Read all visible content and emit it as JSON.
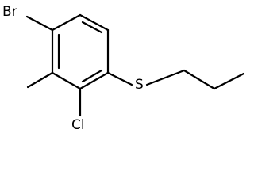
{
  "molecule": {
    "atom_labels": {
      "bromine": "Br",
      "chlorine": "Cl",
      "sulfur": "S"
    },
    "bond_color": "#000000",
    "background_color": "#ffffff"
  }
}
